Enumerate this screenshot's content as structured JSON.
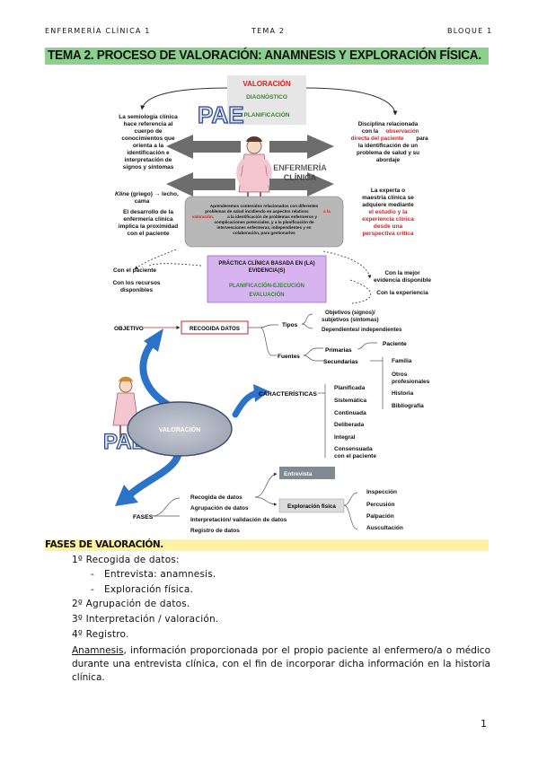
{
  "header": {
    "left": "ENFERMERÍA CLÍNICA 1",
    "center": "TEMA 2",
    "right": "BLOQUE 1"
  },
  "title": "TEMA 2. PROCESO DE VALORACIÓN: ANAMNESIS Y EXPLORACIÓN FÍSICA.",
  "diagram1": {
    "stack": {
      "valoracion": "VALORACIÓN",
      "diagnostico": "DIAGNÓSTICO",
      "planificacion": "PLANIFICACIÓN",
      "color_red": "#d42020",
      "color_green": "#2e8b2e"
    },
    "pae": "PAE",
    "enfermeria_l1": "ENFERMERÍA",
    "enfermeria_l2": "CLÍNICA",
    "left_top": [
      "La semiología clínica",
      "hace referencia al",
      "cuerpo de",
      "conocimientos que",
      "orienta a la",
      "identificación e",
      "interpretación de",
      "signos y síntomas"
    ],
    "right_top": {
      "l1": "Disciplina relacionada",
      "l2": "con la",
      "l2_red": "observación",
      "l3_red": "directa del paciente",
      "l3": "para",
      "l4": "la identificación de un",
      "l5": "problema de salud y su",
      "l6": "abordaje"
    },
    "kline": {
      "italic": "Kline",
      "rest": "(griego) → lecho,",
      "l2": "cama"
    },
    "left_mid": [
      "El desarrollo de la",
      "enfermería clínica",
      "implica la proximidad",
      "con el paciente"
    ],
    "right_mid": {
      "l1": "La experta o",
      "l2": "maestría clínica se",
      "l3": "adquiere mediante",
      "l4_red": "el estudio y la",
      "l5_red": "experiencia clínica",
      "l6_red": "desde una",
      "l7_red": "perspectiva crítica"
    },
    "center_box": {
      "l1": "Aprenderemos contenidos relacionados con diferentes",
      "l2a": "problemas de salud incidiendo en aspectos relativos",
      "l2r": "a la",
      "l3r": "valoración,",
      "l3": "a la identificación de problemas enfermeros y",
      "l4": "complicaciones potenciales, y a la planificación de",
      "l5": "intervenciones enfermeras, independientes y en",
      "l6": "colaboración, para gestionarlos"
    },
    "pcbe": {
      "l1": "PRÁCTICA CLÍNICA BASADA    EN (LA)",
      "l2": "EVIDENCIA(S)",
      "l3": "PLANIFICACIÓN-EJECUCIÓN",
      "l4": "EVALUACIÓN"
    },
    "bottom_left": [
      "Con el paciente",
      "Con los recursos",
      "disponibles"
    ],
    "bottom_right": [
      "Con la mejor",
      "evidencia disponible",
      "Con la experiencia"
    ]
  },
  "diagram2": {
    "objetivo": "OBJETIVO",
    "recogida": "RECOGIDA DATOS",
    "tipos": "Tipos",
    "tipos_items": [
      "Objetivos (signos)/",
      "subjetivos (síntomas)",
      "Dependientes/ independientes"
    ],
    "fuentes": "Fuentes",
    "primarias": "Primarias",
    "paciente": "Paciente",
    "secundarias": "Secundarias",
    "sec_items": [
      "Familia",
      "Otros",
      "profesionales",
      "Historia",
      "Bibliografía"
    ],
    "pae": "PAE",
    "valoracion": "VALORACIÓN",
    "caracteristicas": "CARACTERÍSTICAS",
    "car_items": [
      "Planificada",
      "Sistemática",
      "Continuada",
      "Deliberada",
      "Integral",
      "Consensuada",
      "con el paciente"
    ],
    "entrevista": "Entrevista",
    "exploracion": "Exploración física",
    "expl_items": [
      "Inspección",
      "Percusión",
      "Palpación",
      "Auscultación"
    ],
    "fases": "FASES",
    "fases_items": [
      "Recogida de datos",
      "Agrupación de datos",
      "Interpretación/ validación de datos",
      "Registro de datos"
    ]
  },
  "section_title": "FASES DE VALORACIÓN.",
  "list": {
    "i1": "1º Recogida de datos:",
    "i1a": "Entrevista: anamnesis.",
    "i1b": "Exploración física.",
    "i2": "2º Agrupación de datos.",
    "i3": "3º Interpretación / valoración.",
    "i4": "4º Registro."
  },
  "paragraph": {
    "term": "Anamnesis",
    "rest": ", información proporcionada por el propio paciente al enfermero/a o médico durante una entrevista clínica, con el fin de incorporar dicha información en la historia clínica."
  },
  "page_number": "1"
}
